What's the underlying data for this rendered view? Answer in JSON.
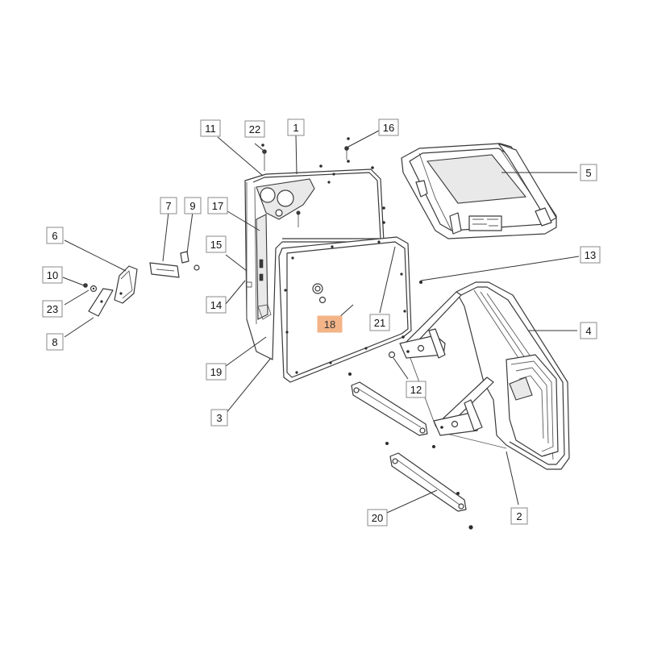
{
  "diagram": {
    "highlight_color": "#f3b488",
    "callouts": [
      {
        "id": "c1",
        "label": "1"
      },
      {
        "id": "c2",
        "label": "2"
      },
      {
        "id": "c3",
        "label": "3"
      },
      {
        "id": "c4",
        "label": "4"
      },
      {
        "id": "c5",
        "label": "5"
      },
      {
        "id": "c6",
        "label": "6"
      },
      {
        "id": "c7",
        "label": "7"
      },
      {
        "id": "c8",
        "label": "8"
      },
      {
        "id": "c9",
        "label": "9"
      },
      {
        "id": "c10",
        "label": "10"
      },
      {
        "id": "c11",
        "label": "11"
      },
      {
        "id": "c12",
        "label": "12"
      },
      {
        "id": "c13",
        "label": "13"
      },
      {
        "id": "c14",
        "label": "14"
      },
      {
        "id": "c15",
        "label": "15"
      },
      {
        "id": "c16",
        "label": "16"
      },
      {
        "id": "c17",
        "label": "17"
      },
      {
        "id": "c18",
        "label": "18",
        "highlighted": true
      },
      {
        "id": "c19",
        "label": "19"
      },
      {
        "id": "c20",
        "label": "20"
      },
      {
        "id": "c21",
        "label": "21"
      },
      {
        "id": "c22",
        "label": "22"
      },
      {
        "id": "c23",
        "label": "23"
      }
    ]
  }
}
